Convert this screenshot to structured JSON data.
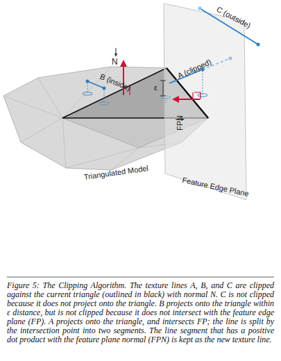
{
  "diagram": {
    "caption": "Figure 5: The Clipping Algorithm. The texture lines A, B, and C are clipped against the current triangle (outlined in black) with normal N. C is not clipped because it does not project onto the triangle. B projects onto the triangle within ε distance, but is not clipped because it does not intersect with the feature edge plane (FP). A projects onto the triangle, and intersects FP; the line is split by the intersection point into two segments. The line segment that has a positive dot product with the feature plane normal (FPN) is kept as the new texture line.",
    "labels": [
      "C (outside)",
      "A (clipped)",
      "N",
      "B (inside)",
      "ε",
      "FPN",
      "Triangulated Model",
      "Feature Edge Plane"
    ]
  }
}
